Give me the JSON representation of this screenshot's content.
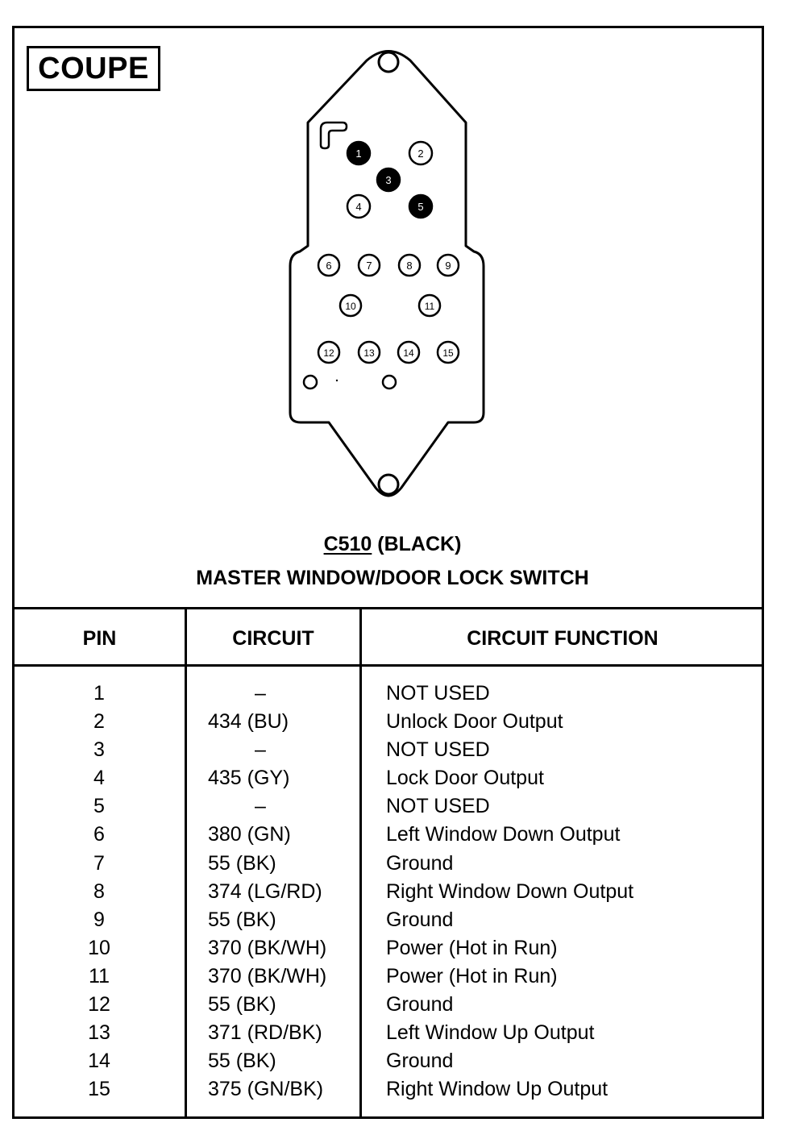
{
  "badge": "COUPE",
  "connector": {
    "id": "C510",
    "color_note": " (BLACK)",
    "name": "MASTER WINDOW/DOOR LOCK SWITCH",
    "upper_pins": [
      {
        "label": "1",
        "filled": true
      },
      {
        "label": "2",
        "filled": false
      },
      {
        "label": "3",
        "filled": true
      },
      {
        "label": "4",
        "filled": false
      },
      {
        "label": "5",
        "filled": true
      }
    ],
    "lower_pins": [
      "6",
      "7",
      "8",
      "9",
      "10",
      "11",
      "12",
      "13",
      "14",
      "15"
    ]
  },
  "table": {
    "headers": [
      "PIN",
      "CIRCUIT",
      "CIRCUIT FUNCTION"
    ],
    "rows": [
      {
        "pin": "1",
        "circuit": "–",
        "function": "NOT USED"
      },
      {
        "pin": "2",
        "circuit": "434 (BU)",
        "function": "Unlock Door Output"
      },
      {
        "pin": "3",
        "circuit": "–",
        "function": "NOT USED"
      },
      {
        "pin": "4",
        "circuit": "435 (GY)",
        "function": "Lock Door Output"
      },
      {
        "pin": "5",
        "circuit": "–",
        "function": "NOT USED"
      },
      {
        "pin": "6",
        "circuit": "380 (GN)",
        "function": "Left Window Down Output"
      },
      {
        "pin": "7",
        "circuit": "55 (BK)",
        "function": "Ground"
      },
      {
        "pin": "8",
        "circuit": "374 (LG/RD)",
        "function": "Right Window Down Output"
      },
      {
        "pin": "9",
        "circuit": "55 (BK)",
        "function": "Ground"
      },
      {
        "pin": "10",
        "circuit": "370 (BK/WH)",
        "function": "Power (Hot in Run)"
      },
      {
        "pin": "11",
        "circuit": "370 (BK/WH)",
        "function": "Power (Hot in Run)"
      },
      {
        "pin": "12",
        "circuit": "55 (BK)",
        "function": "Ground"
      },
      {
        "pin": "13",
        "circuit": "371 (RD/BK)",
        "function": "Left Window Up Output"
      },
      {
        "pin": "14",
        "circuit": "55 (BK)",
        "function": "Ground"
      },
      {
        "pin": "15",
        "circuit": "375 (GN/BK)",
        "function": "Right Window Up Output"
      }
    ]
  }
}
